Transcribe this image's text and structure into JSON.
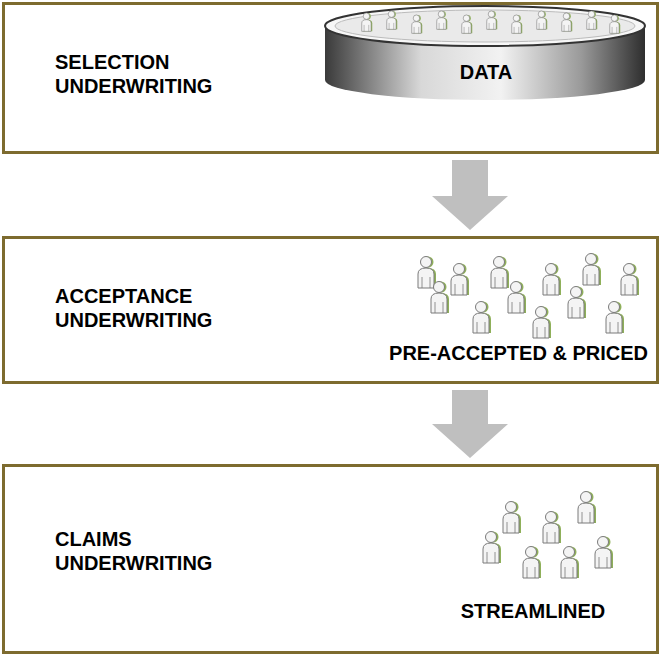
{
  "diagram": {
    "nodes": [
      {
        "text": [
          "SELECTION UNDERWRITING",
          "DATA"
        ]
      },
      {
        "text": [
          "ACCEPTANCE UNDERWRITING",
          "PRE-ACCEPTED & PRICED"
        ]
      },
      {
        "text": [
          "CLAIMS UNDERWRITING",
          "STREAMLINED"
        ]
      }
    ],
    "edges": [
      {
        "from": 0,
        "to": 1,
        "arrow": "to"
      },
      {
        "from": 1,
        "to": 2,
        "arrow": "to"
      }
    ]
  }
}
